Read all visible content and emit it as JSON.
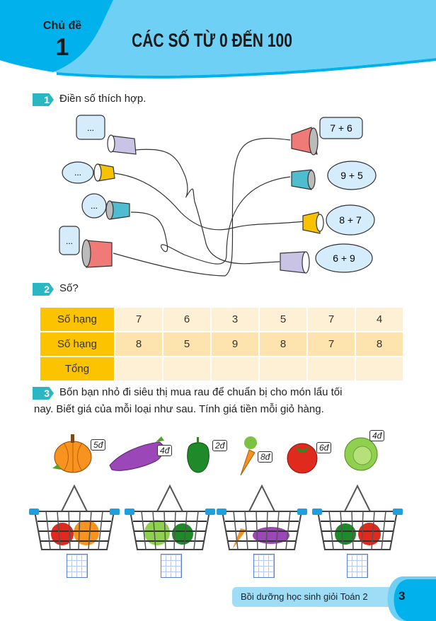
{
  "header": {
    "topic_label": "Chủ đề",
    "topic_number": "1",
    "title": "CÁC SỐ TỪ 0 ĐẾN 100",
    "colors": {
      "light": "#6fd0f6",
      "dark": "#00b1ec"
    }
  },
  "exercise1": {
    "number": "1",
    "instruction": "Điền số thích hợp.",
    "left_bubbles": [
      "...",
      "...",
      "...",
      "..."
    ],
    "right_bubbles": [
      "7 + 6",
      "9 + 5",
      "8 + 7",
      "6 + 9"
    ],
    "cup_colors_left": [
      "#c9c3e6",
      "#f7c300",
      "#4fbcd0",
      "#f07a78"
    ],
    "cup_colors_right": [
      "#f07a78",
      "#4fbcd0",
      "#f7c300",
      "#c9c3e6"
    ]
  },
  "exercise2": {
    "number": "2",
    "instruction": "Số?",
    "rows": [
      {
        "label": "Số hạng",
        "values": [
          "7",
          "6",
          "3",
          "5",
          "7",
          "4"
        ]
      },
      {
        "label": "Số hạng",
        "values": [
          "8",
          "5",
          "9",
          "8",
          "7",
          "8"
        ]
      },
      {
        "label": "Tổng",
        "values": [
          "",
          "",
          "",
          "",
          "",
          ""
        ]
      }
    ]
  },
  "exercise3": {
    "number": "3",
    "instruction_line1": "Bốn bạn nhỏ đi siêu thị mua rau để chuẩn bị cho món lẩu tối",
    "instruction_line2": "nay. Biết giá của mỗi loại như sau. Tính giá tiền mỗi giỏ hàng.",
    "items": [
      {
        "name": "pumpkin",
        "price": "5đ"
      },
      {
        "name": "eggplant",
        "price": "4đ"
      },
      {
        "name": "bell-pepper",
        "price": "2đ"
      },
      {
        "name": "carrot",
        "price": "8đ"
      },
      {
        "name": "tomato",
        "price": "6đ"
      },
      {
        "name": "cabbage",
        "price": "4đ"
      }
    ],
    "baskets": [
      {
        "contents": [
          "tomato",
          "pumpkin"
        ]
      },
      {
        "contents": [
          "cabbage",
          "bell-pepper"
        ]
      },
      {
        "contents": [
          "carrot",
          "eggplant"
        ]
      },
      {
        "contents": [
          "bell-pepper",
          "tomato"
        ]
      }
    ]
  },
  "footer": {
    "book_title": "Bồi dưỡng học sinh giỏi Toán 2",
    "page_number": "3"
  }
}
